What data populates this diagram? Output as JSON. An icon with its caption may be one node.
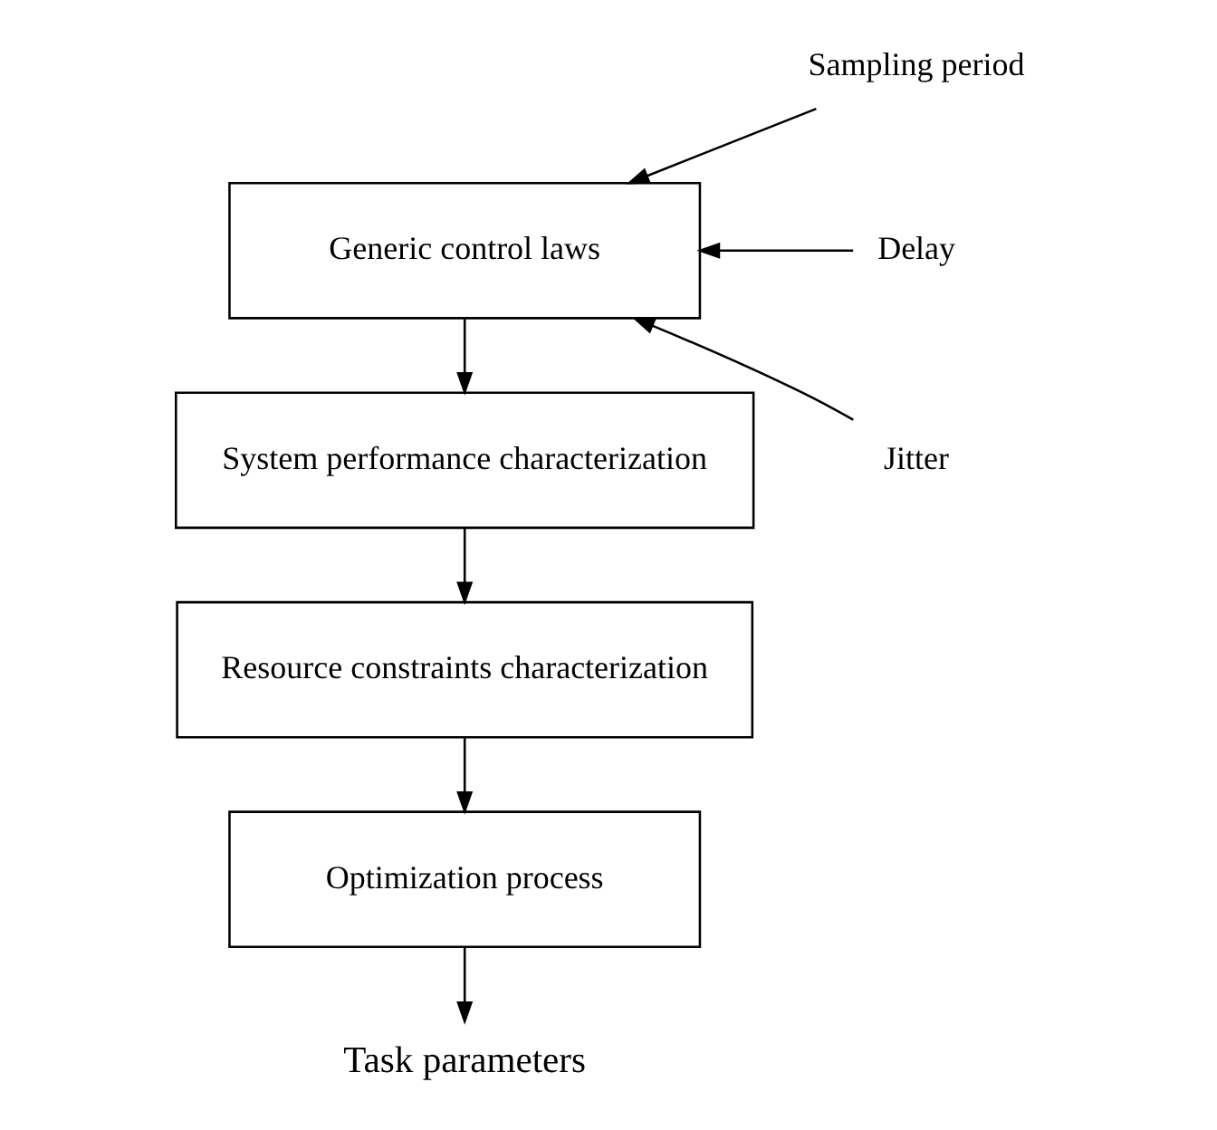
{
  "diagram": {
    "nodes": [
      {
        "text": [
          "Generic control laws"
        ]
      },
      {
        "text": [
          "System performance characterization"
        ]
      },
      {
        "text": [
          "Resource constraints characterization"
        ]
      },
      {
        "text": [
          "Optimization process"
        ]
      },
      {
        "text": [
          "Task parameters"
        ]
      },
      {
        "text": [
          "Sampling period"
        ]
      },
      {
        "text": [
          "Delay"
        ]
      },
      {
        "text": [
          "Jitter"
        ]
      }
    ],
    "edges": [
      {
        "from": 5,
        "to": 0,
        "arrow": "to"
      },
      {
        "from": 6,
        "to": 0,
        "arrow": "to"
      },
      {
        "from": 7,
        "to": 0,
        "arrow": "to"
      },
      {
        "from": 0,
        "to": 1,
        "arrow": "to"
      },
      {
        "from": 1,
        "to": 2,
        "arrow": "to"
      },
      {
        "from": 2,
        "to": 3,
        "arrow": "to"
      },
      {
        "from": 3,
        "to": 4,
        "arrow": "to"
      }
    ]
  }
}
